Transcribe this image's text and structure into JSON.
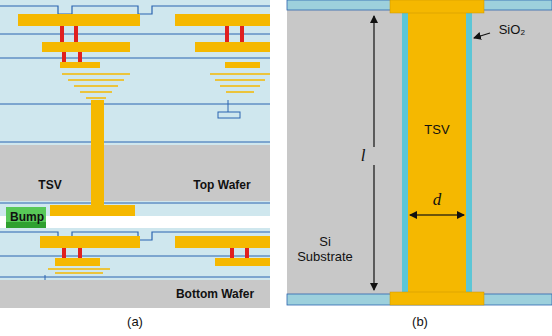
{
  "diagram": {
    "labels": [
      "TSV",
      "Top Wafer",
      "Bump",
      "Bottom Wafer",
      "(a)",
      "TSV",
      "SiO₂",
      "l",
      "d",
      "Si Substrate",
      "(b)"
    ]
  }
}
